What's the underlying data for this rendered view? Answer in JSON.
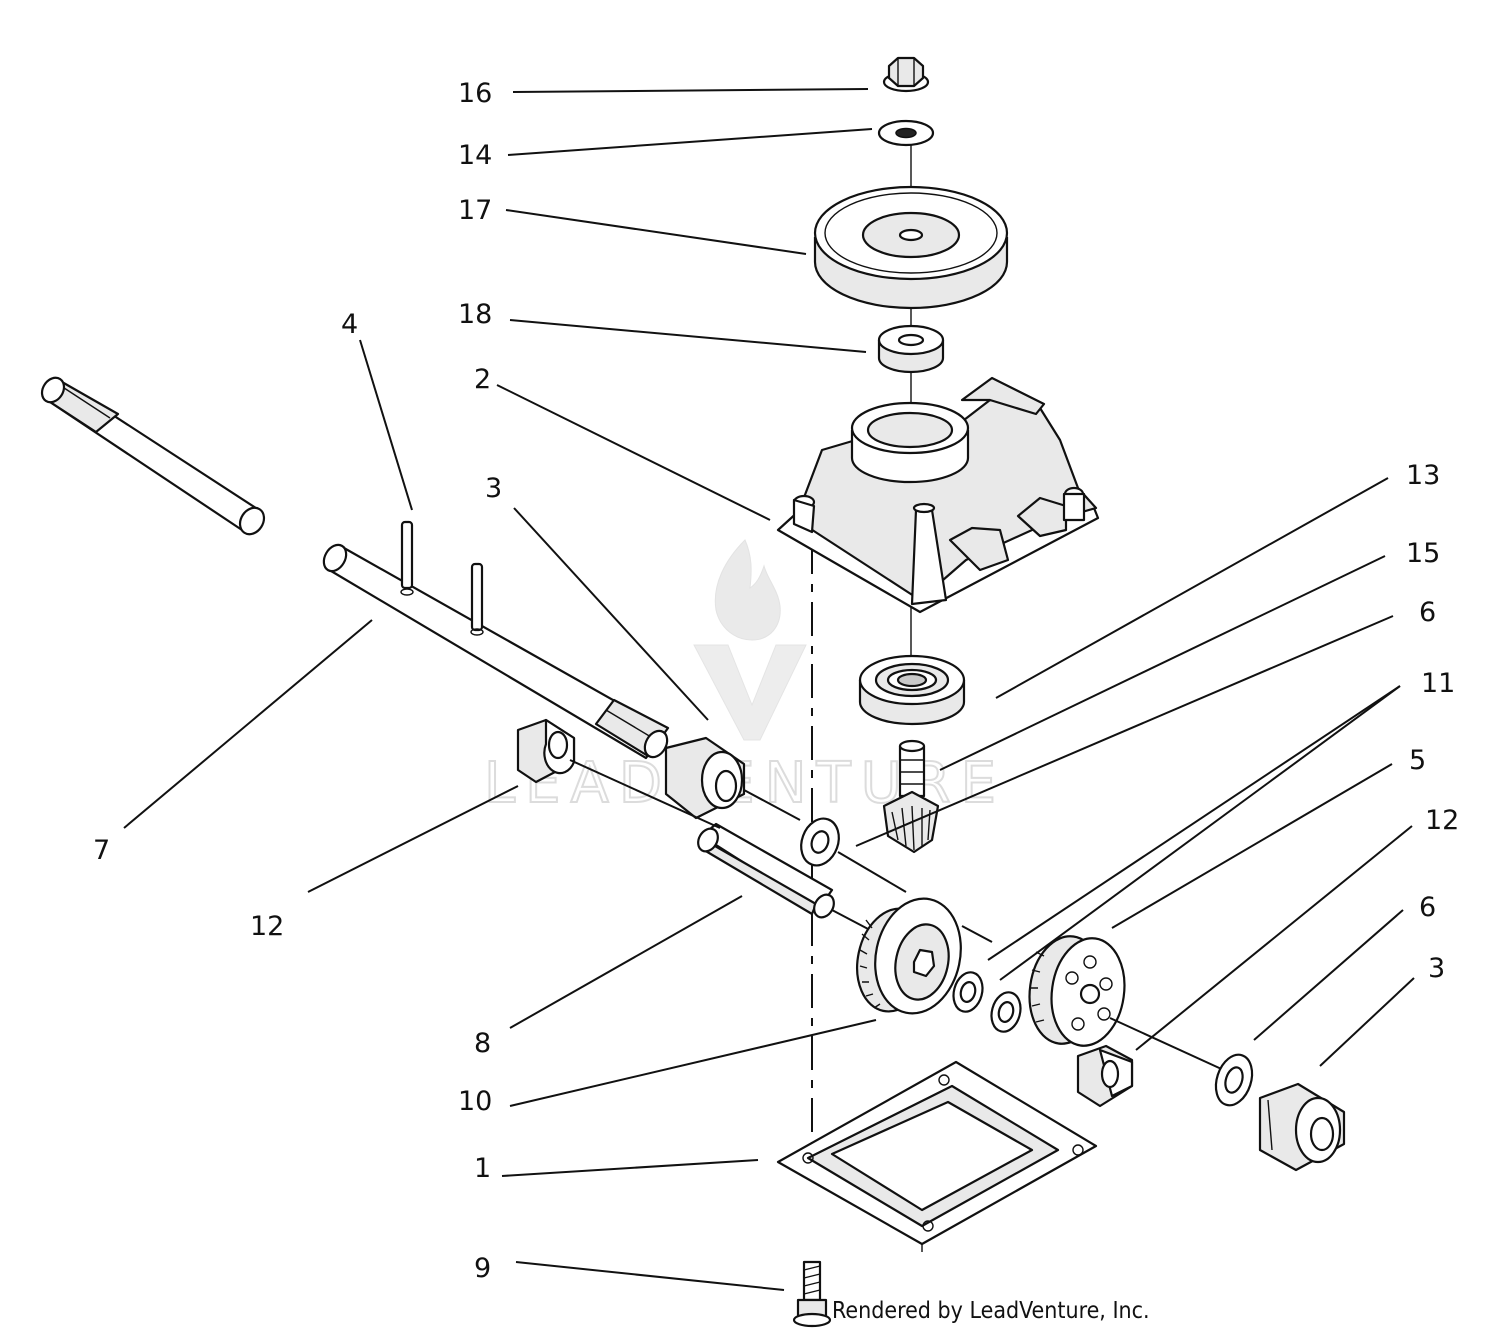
{
  "diagram": {
    "callouts": [
      {
        "id": "16",
        "text": "16"
      },
      {
        "id": "14",
        "text": "14"
      },
      {
        "id": "17",
        "text": "17"
      },
      {
        "id": "18",
        "text": "18"
      },
      {
        "id": "4",
        "text": "4"
      },
      {
        "id": "2",
        "text": "2"
      },
      {
        "id": "3a",
        "text": "3"
      },
      {
        "id": "13",
        "text": "13"
      },
      {
        "id": "15",
        "text": "15"
      },
      {
        "id": "6a",
        "text": "6"
      },
      {
        "id": "11",
        "text": "11"
      },
      {
        "id": "5",
        "text": "5"
      },
      {
        "id": "12b",
        "text": "12"
      },
      {
        "id": "6b",
        "text": "6"
      },
      {
        "id": "3b",
        "text": "3"
      },
      {
        "id": "7",
        "text": "7"
      },
      {
        "id": "12a",
        "text": "12"
      },
      {
        "id": "8",
        "text": "8"
      },
      {
        "id": "10",
        "text": "10"
      },
      {
        "id": "1",
        "text": "1"
      },
      {
        "id": "9",
        "text": "9"
      }
    ],
    "credit": "Rendered by LeadVenture, Inc.",
    "watermark": "LEADVENTURE"
  }
}
